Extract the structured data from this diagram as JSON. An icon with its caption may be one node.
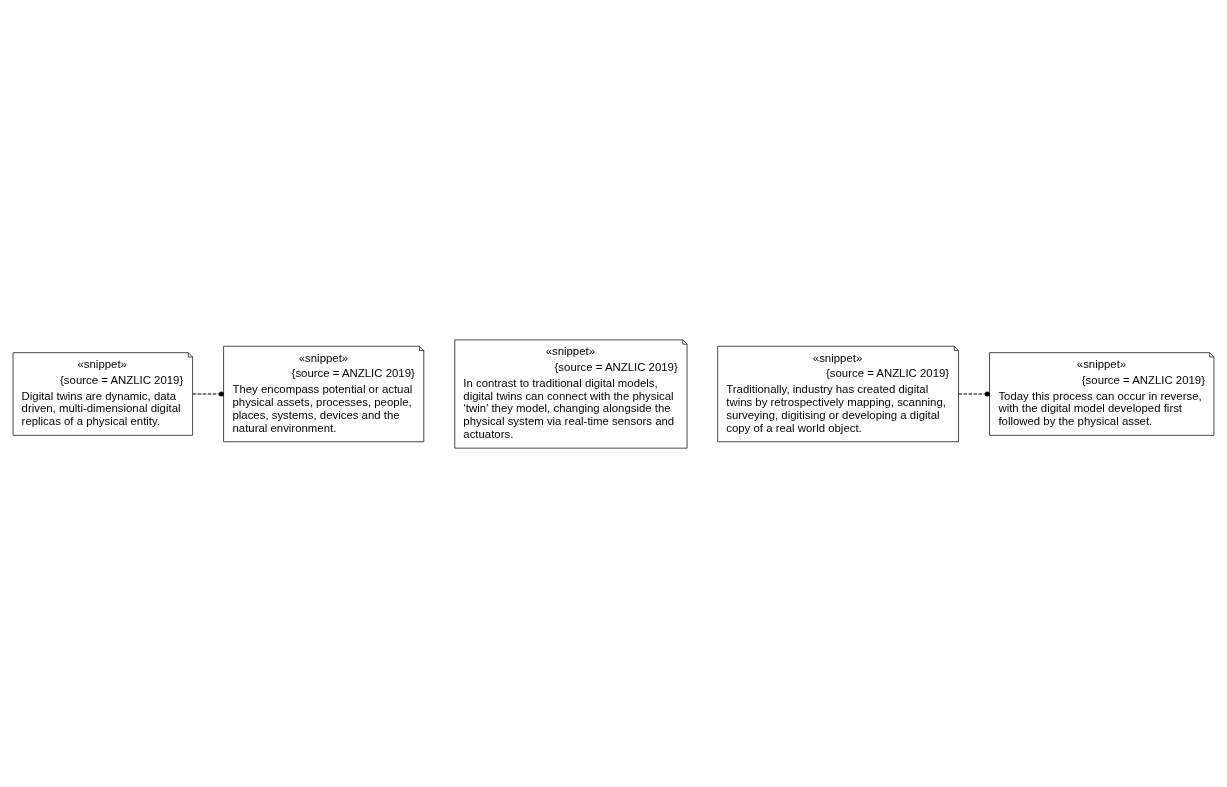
{
  "diagram": {
    "nodes": [
      {
        "text": [
          "«snippet»",
          "{source = ANZLIC 2019}",
          "Digital twins are dynamic, data driven, multi-dimensional digital replicas of a physical entity."
        ]
      },
      {
        "text": [
          "«snippet»",
          "{source = ANZLIC 2019}",
          "They encompass potential or actual physical assets, processes, people, places, systems, devices and the natural environment."
        ]
      },
      {
        "text": [
          "«snippet»",
          "{source = ANZLIC 2019}",
          "In contrast to traditional digital models, digital twins can connect with the physical ‘twin’ they model, changing alongside the physical system via real-time sensors and actuators."
        ]
      },
      {
        "text": [
          "«snippet»",
          "{source = ANZLIC 2019}",
          "Traditionally, industry has created digital twins by retrospectively mapping, scanning, surveying, digitising or developing a digital copy of a real world object."
        ]
      },
      {
        "text": [
          "«snippet»",
          "{source = ANZLIC 2019}",
          "Today this process can occur in reverse, with the digital model developed first followed by the physical asset."
        ]
      }
    ],
    "edges": [
      {
        "from": 0,
        "to": 1,
        "arrow": "other",
        "style": "dashed"
      },
      {
        "from": 3,
        "to": 4,
        "arrow": "other",
        "style": "dashed"
      }
    ]
  }
}
